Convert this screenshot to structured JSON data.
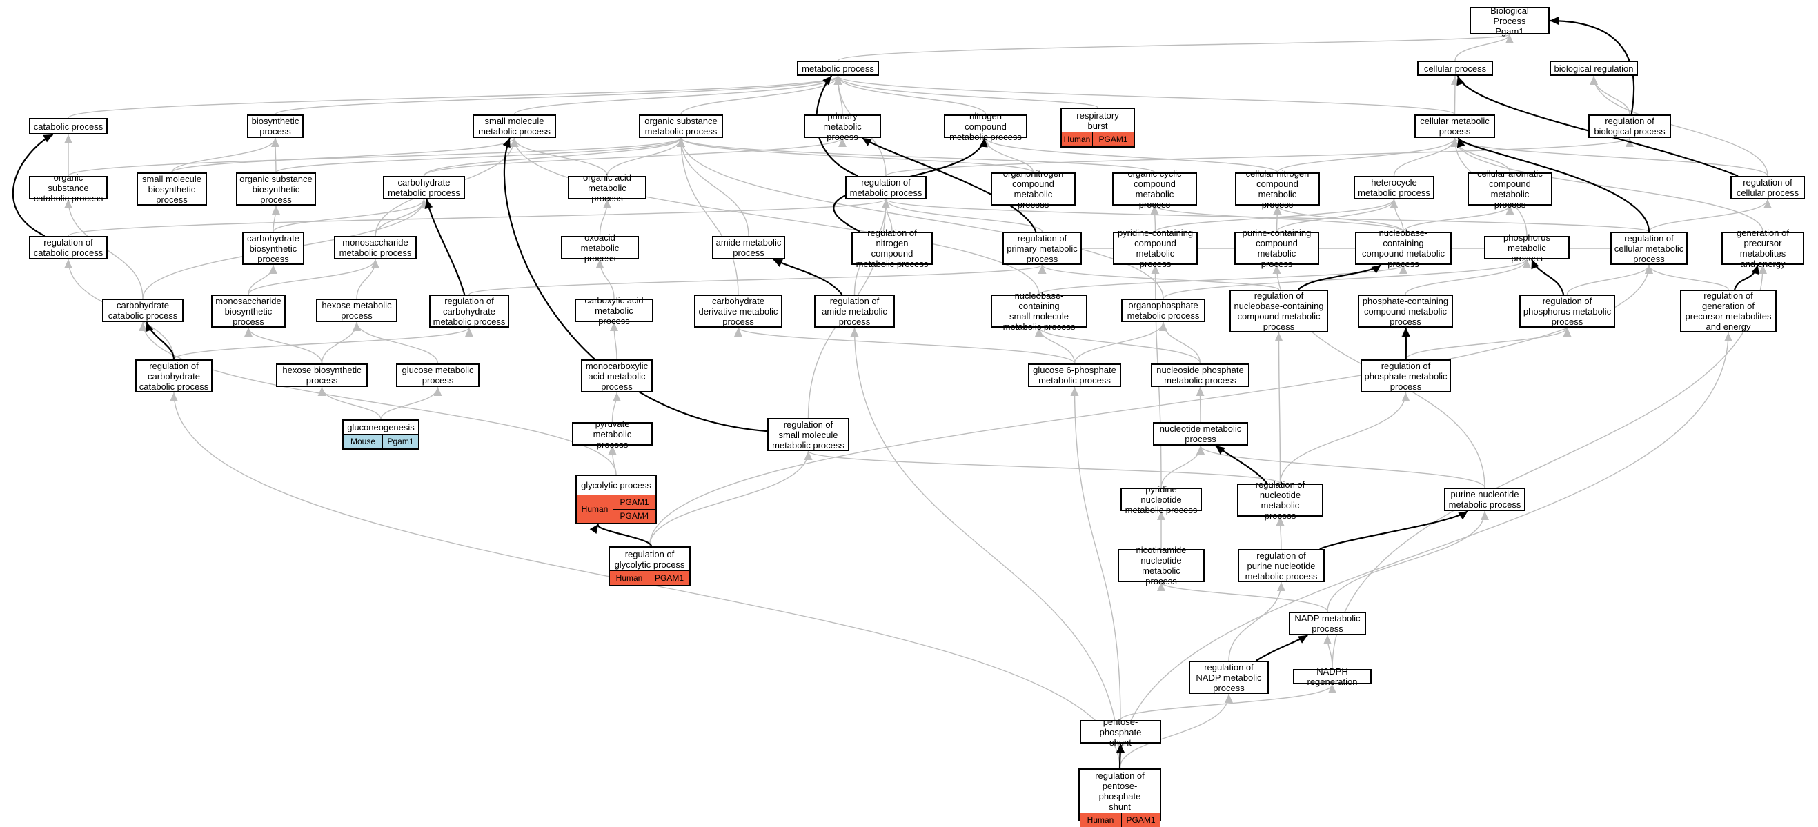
{
  "diagram": {
    "nodes": {
      "bio": "Biological Process\nPgam1",
      "metabolic": "metabolic process",
      "cellular": "cellular process",
      "bioreg": "biological regulation",
      "catabolic": "catabolic process",
      "biosynthetic": "biosynthetic\nprocess",
      "smallmol": "small molecule\nmetabolic process",
      "orgsub": "organic substance\nmetabolic process",
      "primary": "primary metabolic\nprocess",
      "nitrogen": "nitrogen compound\nmetabolic process",
      "respiratory": "respiratory\nburst",
      "cellmet": "cellular metabolic\nprocess",
      "regbio": "regulation of\nbiological process",
      "orgsubcat": "organic substance\ncatabolic process",
      "smbiosyn": "small molecule\nbiosynthetic\nprocess",
      "orgsubbio": "organic substance\nbiosynthetic\nprocess",
      "carbmet": "carbohydrate\nmetabolic process",
      "orgacid": "organic acid\nmetabolic process",
      "regmet": "regulation of\nmetabolic process",
      "organonit": "organonitrogen\ncompound metabolic\nprocess",
      "orgcyclic": "organic cyclic\ncompound metabolic\nprocess",
      "cellnit": "cellular nitrogen\ncompound metabolic\nprocess",
      "heterocycle": "heterocycle\nmetabolic process",
      "cellarom": "cellular aromatic\ncompound metabolic\nprocess",
      "regcell": "regulation of\ncellular process",
      "regcat": "regulation of\ncatabolic process",
      "carbbiosyn": "carbohydrate\nbiosynthetic\nprocess",
      "monosacmet": "monosaccharide\nmetabolic process",
      "oxoacid": "oxoacid metabolic\nprocess",
      "amide": "amide metabolic\nprocess",
      "regnit": "regulation of\nnitrogen compound\nmetabolic process",
      "regprim": "regulation of\nprimary metabolic\nprocess",
      "pyridinecont": "pyridine-containing\ncompound metabolic\nprocess",
      "purinecont": "purine-containing\ncompound metabolic\nprocess",
      "nucleocont": "nucleobase-containing\ncompound metabolic\nprocess",
      "phosphorus": "phosphorus metabolic\nprocess",
      "regcellmet": "regulation of\ncellular metabolic\nprocess",
      "genprec": "generation of\nprecursor metabolites\nand energy",
      "carbcat": "carbohydrate\ncatabolic process",
      "monosacbio": "monosaccharide\nbiosynthetic\nprocess",
      "hexose": "hexose metabolic\nprocess",
      "regcarb": "regulation of\ncarbohydrate\nmetabolic process",
      "carboxylic": "carboxylic acid\nmetabolic process",
      "carbderiv": "carbohydrate\nderivative metabolic\nprocess",
      "regamide": "regulation of\namide metabolic\nprocess",
      "nucsmall": "nucleobase-containing\nsmall molecule\nmetabolic process",
      "organophos": "organophosphate\nmetabolic process",
      "regnucleo": "regulation of\nnucleobase-containing\ncompound metabolic\nprocess",
      "phoscont": "phosphate-containing\ncompound metabolic\nprocess",
      "regphosphorus": "regulation of\nphosphorus metabolic\nprocess",
      "reggen": "regulation of\ngeneration of\nprecursor metabolites\nand energy",
      "regcarbcat": "regulation of\ncarbohydrate\ncatabolic process",
      "hexosebio": "hexose biosynthetic\nprocess",
      "glucose": "glucose metabolic\nprocess",
      "monocarbox": "monocarboxylic\nacid metabolic\nprocess",
      "g6p": "glucose 6-phosphate\nmetabolic process",
      "nucphos": "nucleoside phosphate\nmetabolic process",
      "regphosphate": "regulation of\nphosphate metabolic\nprocess",
      "pyruvate": "pyruvate metabolic\nprocess",
      "regsmall": "regulation of\nsmall molecule\nmetabolic process",
      "nucleotide": "nucleotide metabolic\nprocess",
      "pyridnuc": "pyridine nucleotide\nmetabolic process",
      "regnucleotide": "regulation of\nnucleotide metabolic\nprocess",
      "purinenuc": "purine nucleotide\nmetabolic process",
      "nicotinamide": "nicotinamide\nnucleotide metabolic\nprocess",
      "regpurine": "regulation of\npurine nucleotide\nmetabolic process",
      "nadp": "NADP metabolic\nprocess",
      "regnadp": "regulation of\nNADP metabolic\nprocess",
      "nadph": "NADPH regeneration",
      "pentose": "pentose-phosphate\nshunt"
    },
    "annotated": {
      "respiratory": {
        "species": "Human",
        "genes": [
          "PGAM1"
        ]
      },
      "gluconeogenesis": {
        "title": "gluconeogenesis",
        "species": "Mouse",
        "genes": [
          "Pgam1"
        ]
      },
      "glycolytic": {
        "title": "glycolytic process",
        "species": "Human",
        "genes": [
          "PGAM1",
          "PGAM4"
        ]
      },
      "regglycolytic": {
        "title": "regulation of\nglycolytic process",
        "species": "Human",
        "genes": [
          "PGAM1"
        ]
      },
      "regpentose": {
        "title": "regulation of\npentose-phosphate\nshunt",
        "species": "Human",
        "genes": [
          "PGAM1"
        ]
      }
    },
    "colors": {
      "human_fill": "#f25c3e",
      "mouse_fill": "#add8e6",
      "edge_gray": "#bdbdbd",
      "edge_black": "#000000"
    }
  }
}
